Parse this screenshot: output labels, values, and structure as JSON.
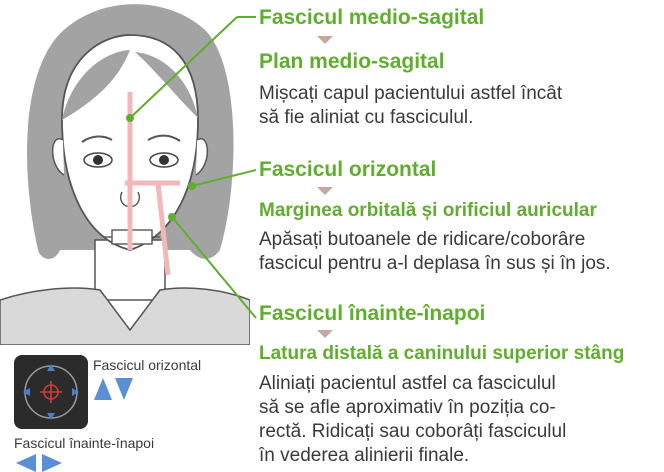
{
  "sections": {
    "mid": {
      "beam": "Fascicul medio-sagital",
      "plane": "Plan medio-sagital",
      "text": [
        "Mișcați capul pacientului astfel încât",
        "să fie aliniat cu fasciculul."
      ]
    },
    "horiz": {
      "beam": "Fascicul orizontal",
      "plane": "Marginea orbitală și orificiul auricular",
      "text": [
        "Apăsați butoanele de ridicare/coborâre",
        "fascicul pentru a-l deplasa în sus și în jos."
      ]
    },
    "front": {
      "beam": "Fascicul înainte-înapoi",
      "plane": "Latura distală a caninului superior stâng",
      "text": [
        "Aliniați pacientul astfel ca fasciculul",
        "să se afle aproximativ în poziția co-",
        "rectă. Ridicați sau coborâți fasciculul",
        "în vederea alinierii finale."
      ]
    }
  },
  "controller": {
    "horizontal_label": "Fascicul orizontal",
    "frontback_label": "Fascicul înainte-înapoi"
  },
  "colors": {
    "accent": "#5fae2e",
    "beam": "#f2b8b8",
    "arrow": "#5a8fd6",
    "body": "#3a3a3a"
  }
}
